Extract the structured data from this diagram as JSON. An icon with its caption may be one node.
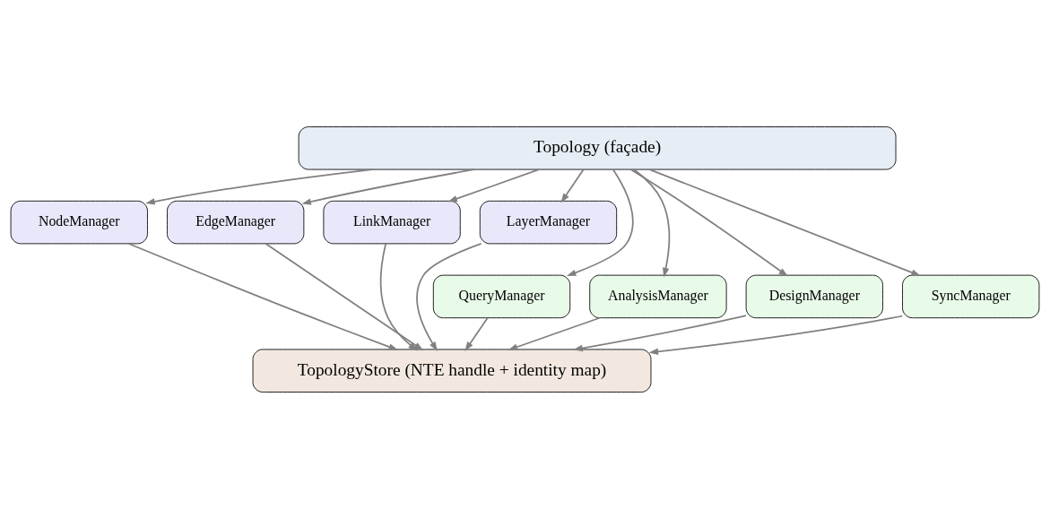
{
  "diagram": {
    "nodes": [
      {
        "text": [
          "Topology (façade)"
        ]
      },
      {
        "text": [
          "NodeManager"
        ]
      },
      {
        "text": [
          "EdgeManager"
        ]
      },
      {
        "text": [
          "LinkManager"
        ]
      },
      {
        "text": [
          "LayerManager"
        ]
      },
      {
        "text": [
          "QueryManager"
        ]
      },
      {
        "text": [
          "AnalysisManager"
        ]
      },
      {
        "text": [
          "DesignManager"
        ]
      },
      {
        "text": [
          "SyncManager"
        ]
      },
      {
        "text": [
          "TopologyStore (NTE handle + identity map)"
        ]
      }
    ],
    "edges": [
      {
        "from": 0,
        "to": 1,
        "arrow": "to"
      },
      {
        "from": 0,
        "to": 2,
        "arrow": "to"
      },
      {
        "from": 0,
        "to": 3,
        "arrow": "to"
      },
      {
        "from": 0,
        "to": 4,
        "arrow": "to"
      },
      {
        "from": 0,
        "to": 5,
        "arrow": "to"
      },
      {
        "from": 0,
        "to": 6,
        "arrow": "to"
      },
      {
        "from": 0,
        "to": 7,
        "arrow": "to"
      },
      {
        "from": 0,
        "to": 8,
        "arrow": "to"
      },
      {
        "from": 1,
        "to": 9,
        "arrow": "to"
      },
      {
        "from": 2,
        "to": 9,
        "arrow": "to"
      },
      {
        "from": 3,
        "to": 9,
        "arrow": "to"
      },
      {
        "from": 4,
        "to": 9,
        "arrow": "to"
      },
      {
        "from": 5,
        "to": 9,
        "arrow": "to"
      },
      {
        "from": 6,
        "to": 9,
        "arrow": "to"
      },
      {
        "from": 7,
        "to": 9,
        "arrow": "to"
      },
      {
        "from": 8,
        "to": 9,
        "arrow": "to"
      }
    ]
  }
}
